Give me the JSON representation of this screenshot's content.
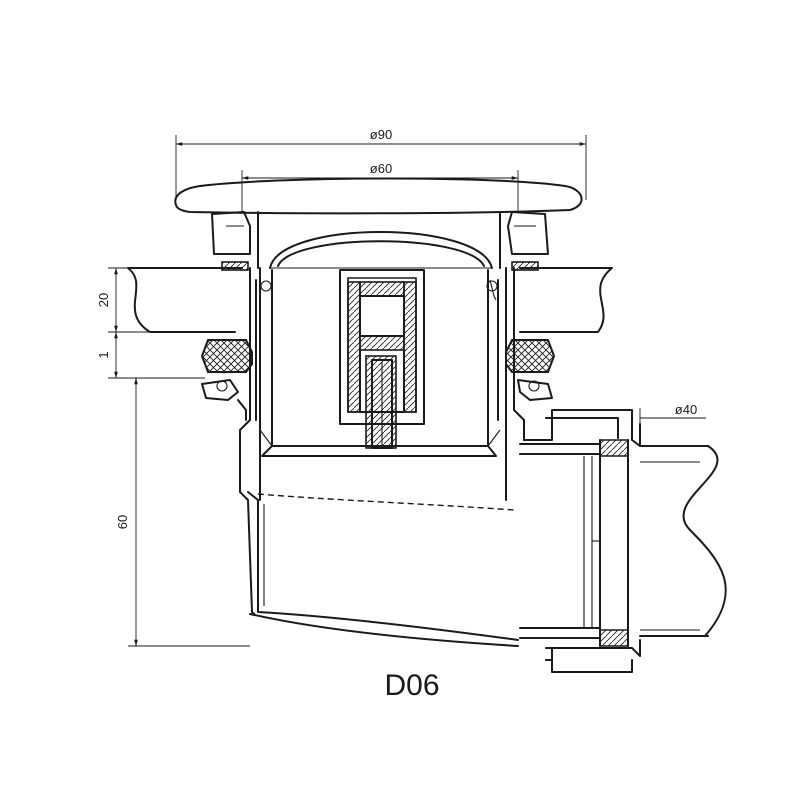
{
  "drawing": {
    "code": "D06",
    "dimensions": {
      "outer_diameter": "ø90",
      "inner_diameter": "ø60",
      "pipe_diameter": "ø40",
      "thickness": "20",
      "gap": "1",
      "height": "60"
    }
  }
}
